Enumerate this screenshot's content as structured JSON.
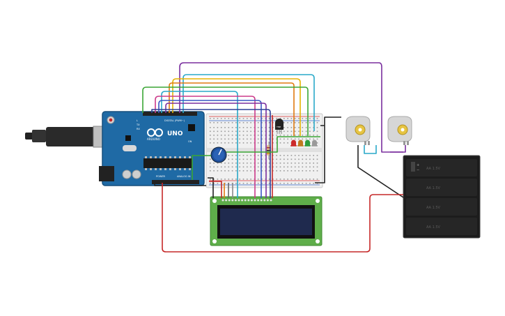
{
  "arduino": {
    "brand_text": "ARDUINO",
    "model_text": "UNO",
    "digital_label": "DIGITAL (PWM~)",
    "power_label": "POWER",
    "analog_label": "ANALOG IN",
    "tx_label": "TX",
    "rx_label": "RX",
    "l_label": "L",
    "on_label": "ON"
  },
  "sensor": {
    "label": "TMP"
  },
  "leds": {
    "colors": [
      "#cc2a2a",
      "#c07a1f",
      "#2e9e3e",
      "#9a9a9a"
    ]
  },
  "battery": {
    "cell_label": "AA 1.5V",
    "plus_label": "+",
    "minus_label": "−"
  },
  "colors": {
    "wire_red": "#c62828",
    "wire_black": "#222222",
    "wire_green": "#3aa635",
    "wire_yellow": "#e5b400",
    "wire_orange": "#e07a10",
    "wire_blue": "#3b57c4",
    "wire_cyan": "#29a9c9",
    "wire_purple": "#7a2f9e",
    "wire_pink": "#cc3a8a",
    "board": "#1f6aa5",
    "lcd_pcb": "#5fae4a",
    "lcd_screen": "#1f2a4e"
  }
}
